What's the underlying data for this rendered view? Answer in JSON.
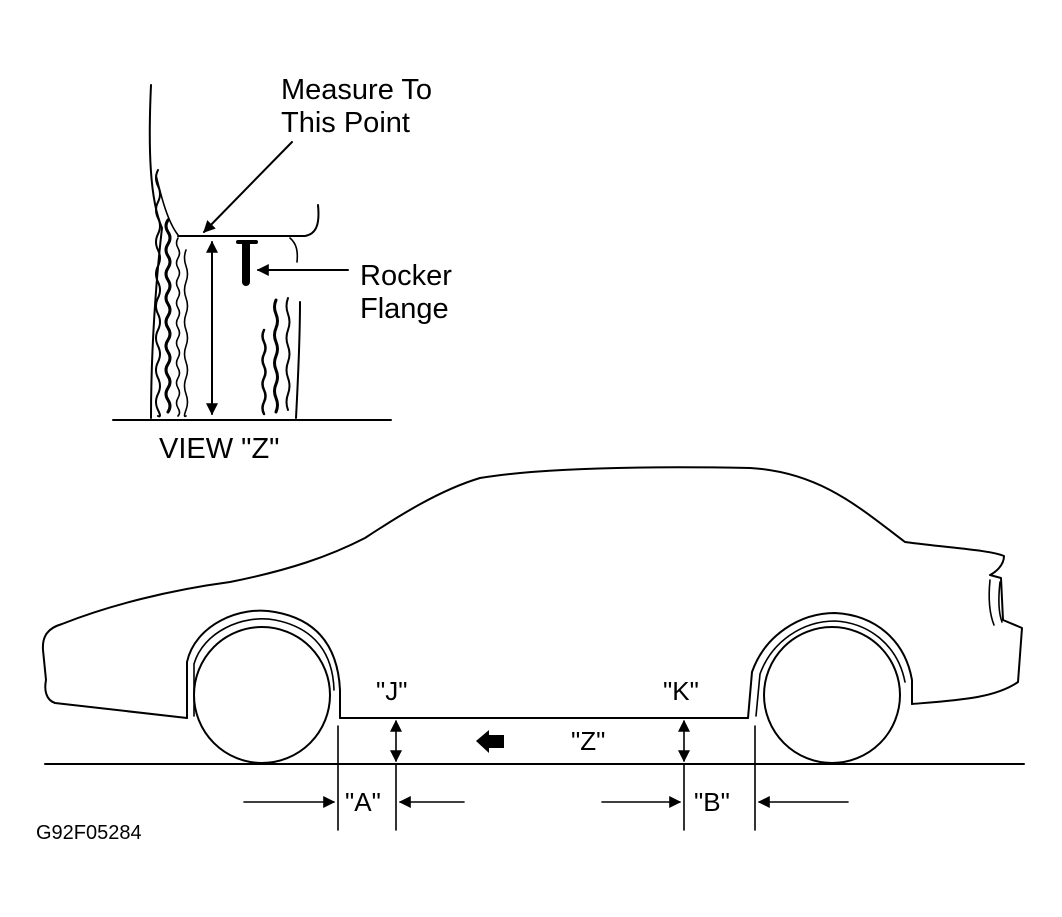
{
  "detail_view": {
    "measure_label_line1": "Measure To",
    "measure_label_line2": "This Point",
    "rocker_label_line1": "Rocker",
    "rocker_label_line2": "Flange",
    "view_caption": "VIEW \"Z\""
  },
  "side_view": {
    "label_j": "\"J\"",
    "label_k": "\"K\"",
    "label_z": "\"Z\"",
    "label_a": "\"A\"",
    "label_b": "\"B\""
  },
  "figure_id": "G92F05284"
}
